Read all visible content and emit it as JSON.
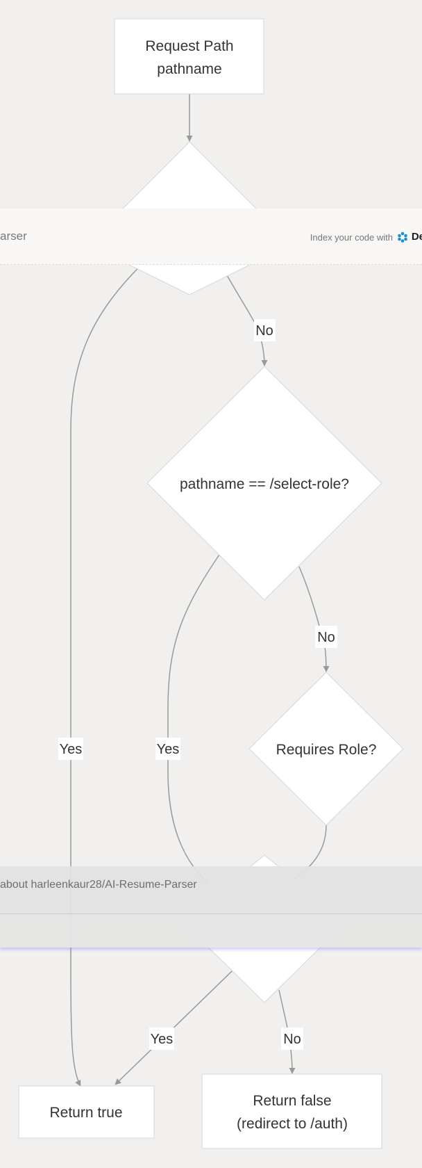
{
  "diagram": {
    "nodes": {
      "request_path": {
        "line1": "Request Path",
        "line2": "pathname"
      },
      "select_role_check": {
        "label": "pathname == /select-role?"
      },
      "requires_role": {
        "label": "Requires Role?"
      },
      "return_true": {
        "label": "Return true"
      },
      "return_false": {
        "line1": "Return false",
        "line2": "(redirect to /auth)"
      }
    },
    "edge_labels": {
      "first_no": "No",
      "first_yes": "Yes",
      "select_role_yes": "Yes",
      "select_role_no": "No",
      "has_role_yes": "Yes",
      "has_role_no": "No"
    }
  },
  "header": {
    "repo_fragment": "arser",
    "index_text": "Index your code with",
    "brand_fragment": "De",
    "brand_icon": "devin-logo-icon",
    "brand_color": "#1a8fcf"
  },
  "ask_bar": {
    "text_fragment": "about harleenkaur28/AI-Resume-Parser"
  },
  "colors": {
    "background": "#f1f0ef",
    "node_fill": "#ffffff",
    "node_stroke": "#d6d6d6",
    "edge": "#999999",
    "text": "#333333"
  }
}
